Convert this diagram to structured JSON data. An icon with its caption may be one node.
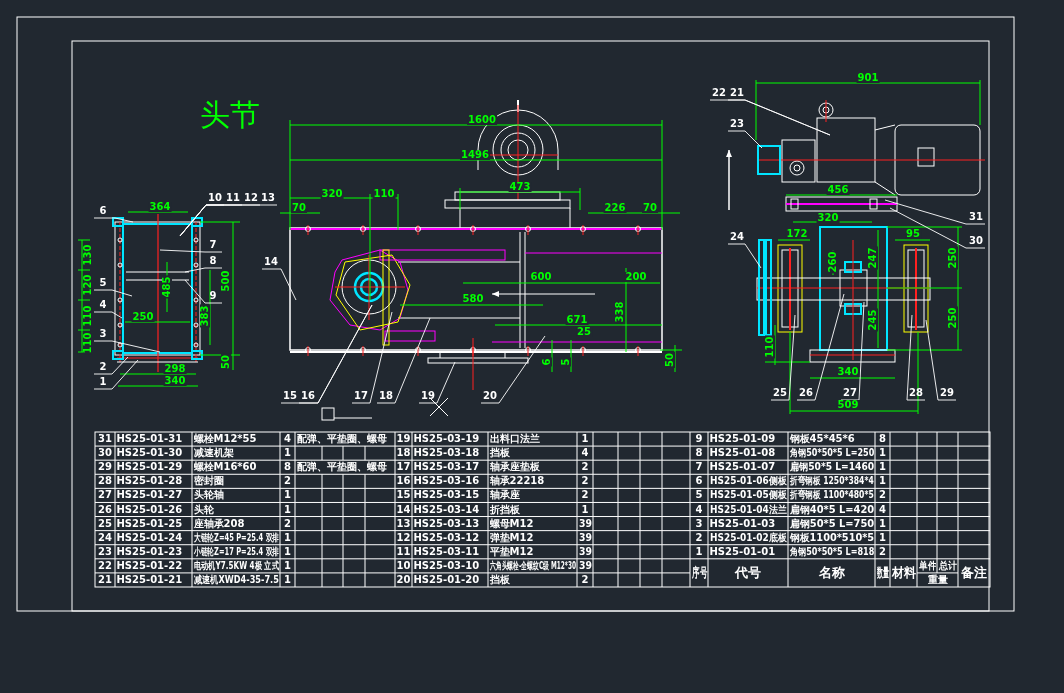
{
  "diagram": {
    "title": "头节",
    "nodes": [
      {
        "text": [
          "6"
        ]
      },
      {
        "text": [
          "10"
        ]
      },
      {
        "text": [
          "11"
        ]
      },
      {
        "text": [
          "12"
        ]
      },
      {
        "text": [
          "13"
        ]
      },
      {
        "text": [
          "7"
        ]
      },
      {
        "text": [
          "8"
        ]
      },
      {
        "text": [
          "5"
        ]
      },
      {
        "text": [
          "9"
        ]
      },
      {
        "text": [
          "4"
        ]
      },
      {
        "text": [
          "3"
        ]
      },
      {
        "text": [
          "2"
        ]
      },
      {
        "text": [
          "1"
        ]
      },
      {
        "text": [
          "14"
        ]
      },
      {
        "text": [
          "15"
        ]
      },
      {
        "text": [
          "16"
        ]
      },
      {
        "text": [
          "17"
        ]
      },
      {
        "text": [
          "18"
        ]
      },
      {
        "text": [
          "19"
        ]
      },
      {
        "text": [
          "20"
        ]
      },
      {
        "text": [
          "22"
        ]
      },
      {
        "text": [
          "21"
        ]
      },
      {
        "text": [
          "23"
        ]
      },
      {
        "text": [
          "24"
        ]
      },
      {
        "text": [
          "31"
        ]
      },
      {
        "text": [
          "30"
        ]
      },
      {
        "text": [
          "25"
        ]
      },
      {
        "text": [
          "26"
        ]
      },
      {
        "text": [
          "27"
        ]
      },
      {
        "text": [
          "28"
        ]
      },
      {
        "text": [
          "29"
        ]
      }
    ],
    "edges": [
      {
        "from": 0,
        "to": null,
        "arrow": "none"
      },
      {
        "from": 1,
        "to": null,
        "arrow": "none"
      },
      {
        "from": 2,
        "to": null,
        "arrow": "none"
      },
      {
        "from": 3,
        "to": null,
        "arrow": "none"
      },
      {
        "from": 4,
        "to": null,
        "arrow": "none"
      },
      {
        "from": 5,
        "to": null,
        "arrow": "none"
      },
      {
        "from": 6,
        "to": null,
        "arrow": "none"
      },
      {
        "from": 7,
        "to": null,
        "arrow": "none"
      },
      {
        "from": 8,
        "to": null,
        "arrow": "none"
      },
      {
        "from": 9,
        "to": null,
        "arrow": "none"
      },
      {
        "from": 10,
        "to": null,
        "arrow": "none"
      },
      {
        "from": 11,
        "to": null,
        "arrow": "none"
      },
      {
        "from": 12,
        "to": null,
        "arrow": "none"
      },
      {
        "from": 13,
        "to": null,
        "arrow": "none"
      },
      {
        "from": 14,
        "to": null,
        "arrow": "none"
      },
      {
        "from": 15,
        "to": null,
        "arrow": "none"
      },
      {
        "from": 16,
        "to": null,
        "arrow": "none"
      },
      {
        "from": 17,
        "to": null,
        "arrow": "none"
      },
      {
        "from": 18,
        "to": null,
        "arrow": "none"
      },
      {
        "from": 19,
        "to": null,
        "arrow": "none"
      },
      {
        "from": 20,
        "to": null,
        "arrow": "none"
      },
      {
        "from": 21,
        "to": null,
        "arrow": "none"
      },
      {
        "from": 22,
        "to": null,
        "arrow": "none"
      },
      {
        "from": 23,
        "to": null,
        "arrow": "none"
      },
      {
        "from": 24,
        "to": null,
        "arrow": "none"
      },
      {
        "from": 25,
        "to": null,
        "arrow": "none"
      },
      {
        "from": 26,
        "to": null,
        "arrow": "none"
      },
      {
        "from": 27,
        "to": null,
        "arrow": "none"
      },
      {
        "from": 28,
        "to": null,
        "arrow": "none"
      },
      {
        "from": 29,
        "to": null,
        "arrow": "none"
      },
      {
        "from": 30,
        "to": null,
        "arrow": "none"
      }
    ],
    "labels": [
      "364",
      "130",
      "120",
      "110",
      "110",
      "485",
      "250",
      "383",
      "500",
      "50",
      "298",
      "340",
      "1600",
      "1496",
      "320",
      "110",
      "70",
      "473",
      "226",
      "70",
      "600",
      "200",
      "580",
      "338",
      "671",
      "25",
      "6",
      "5",
      "50",
      "901",
      "456",
      "320",
      "172",
      "95",
      "260",
      "247",
      "245",
      "250",
      "250",
      "110",
      "340",
      "509",
      "31",
      "HS25-01-31",
      "螺栓M12*55",
      "4",
      "配弹、平垫圈、螺母",
      "19",
      "HS25-03-19",
      "出料口法兰",
      "1",
      "9",
      "HS25-01-09",
      "钢板45*45*6",
      "8",
      "30",
      "HS25-01-30",
      "减速机架",
      "1",
      "18",
      "HS25-03-18",
      "挡板",
      "4",
      "8",
      "HS25-01-08",
      "角钢50*50*5 L=250",
      "1",
      "29",
      "HS25-01-29",
      "螺栓M16*60",
      "8",
      "配弹、平垫圈、螺母",
      "17",
      "HS25-03-17",
      "轴承座垫板",
      "2",
      "7",
      "HS25-01-07",
      "扁钢50*5 L=1460",
      "1",
      "28",
      "HS25-01-28",
      "密封圈",
      "2",
      "16",
      "HS25-03-16",
      "轴承22218",
      "2",
      "6",
      "HS25-01-06侧板",
      "折弯钢板 1250*384*4",
      "1",
      "27",
      "HS25-01-27",
      "头轮轴",
      "1",
      "15",
      "HS25-03-15",
      "轴承座",
      "2",
      "5",
      "HS25-01-05侧板",
      "折弯钢板 1100*480*5",
      "2",
      "26",
      "HS25-01-26",
      "头轮",
      "1",
      "14",
      "HS25-03-14",
      "折挡板",
      "1",
      "4",
      "HS25-01-04法兰",
      "扁钢40*5 L=420",
      "4",
      "25",
      "HS25-01-25",
      "座轴承208",
      "2",
      "13",
      "HS25-03-13",
      "螺母M12",
      "39",
      "3",
      "HS25-01-03",
      "扁钢50*5 L=750",
      "1",
      "24",
      "HS25-01-24",
      "大链轮Z=45 P=25.4 双排",
      "1",
      "12",
      "HS25-03-12",
      "弹垫M12",
      "39",
      "2",
      "HS25-01-02底板",
      "钢板1100*510*5",
      "1",
      "23",
      "HS25-01-23",
      "小链轮Z=17 P=25.4 双排",
      "1",
      "11",
      "HS25-03-11",
      "平垫M12",
      "39",
      "1",
      "HS25-01-01",
      "角钢50*50*5 L=818",
      "2",
      "22",
      "HS25-01-22",
      "电动机Y7.5KW 4极 立式",
      "1",
      "10",
      "HS25-03-10",
      "六角头螺栓-全螺纹C级 M12*30",
      "39",
      "序号",
      "代号",
      "名称",
      "数量",
      "材料",
      "单件",
      "总计",
      "备注",
      "21",
      "HS25-01-21",
      "减速机XWD4-35-7.5",
      "1",
      "20",
      "HS25-01-20",
      "挡板",
      "2",
      "重量"
    ]
  }
}
